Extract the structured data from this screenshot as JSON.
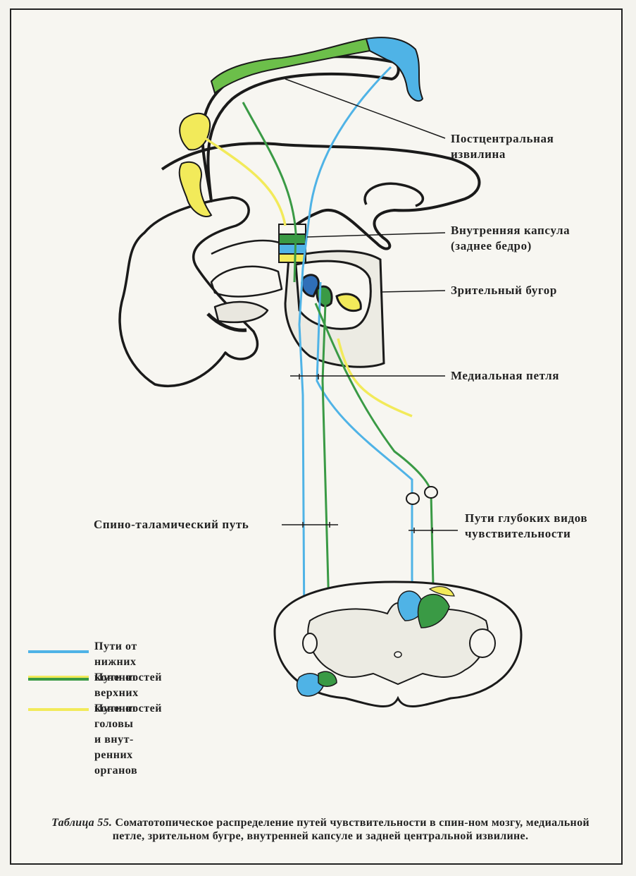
{
  "labels": {
    "postcentral": "Постцентральная\nизвилина",
    "internal_capsule": "Внутренняя капсула\n(заднее бедро)",
    "thalamus": "Зрительный бугор",
    "medial_lemniscus": "Медиальная петля",
    "spinothalamic": "Спино-таламический путь",
    "deep_paths": "Пути глубоких видов\nчувствительности"
  },
  "legend": [
    {
      "text": "Пути от нижних\nконечностей",
      "color": "#4fb3e6"
    },
    {
      "text": "Пути от верхних\nконечностей",
      "color": "#3a9a45"
    },
    {
      "text": "Пути от головы и внут-\nренних органов",
      "color": "#f2ea5a"
    }
  ],
  "caption": {
    "number": "Таблица 55.",
    "text": " Соматотопическое распределение путей чувствительности в спин-ном мозгу, медиальной петле, зрительном бугре, внутренней капсуле и задней центральной извилине."
  },
  "colors": {
    "lower_limbs": "#4fb3e6",
    "upper_limbs": "#3a9a45",
    "head_viscera": "#f2ea5a",
    "outline": "#1a1a1a"
  }
}
